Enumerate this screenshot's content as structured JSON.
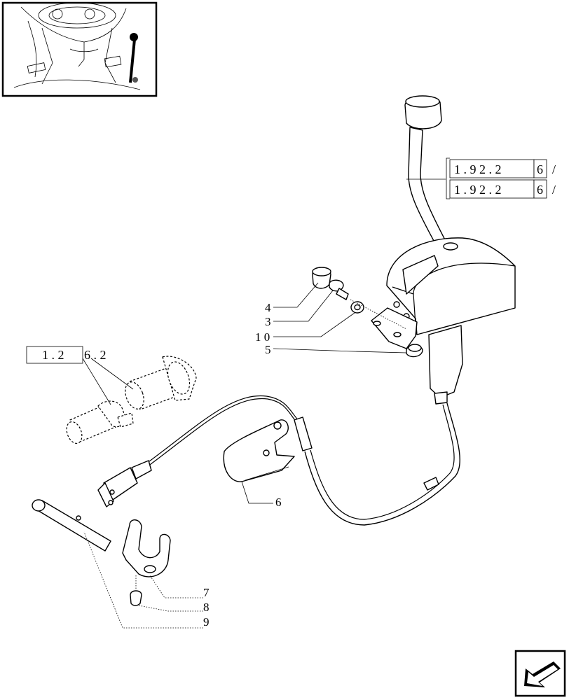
{
  "parts": [
    {
      "id": "p4",
      "number": "4"
    },
    {
      "id": "p3",
      "number": "3"
    },
    {
      "id": "p10",
      "number": "1 0"
    },
    {
      "id": "p5",
      "number": "5"
    },
    {
      "id": "p6",
      "number": "6"
    },
    {
      "id": "p7",
      "number": "7"
    },
    {
      "id": "p8",
      "number": "8"
    },
    {
      "id": "p9",
      "number": "9"
    }
  ],
  "references": [
    {
      "id": "r1",
      "text": "1 . 9 2 . 2",
      "suffix": "6",
      "tail": "/"
    },
    {
      "id": "r2",
      "text": "1 . 9 2 . 2",
      "suffix": "6",
      "tail": "/"
    },
    {
      "id": "r3",
      "text": "1 . 2",
      "suffix": "6 . 2",
      "tail": ""
    }
  ],
  "icons": {
    "thumbnail": "tractor-cab-thumbnail",
    "nav": "arrow-back-icon"
  }
}
